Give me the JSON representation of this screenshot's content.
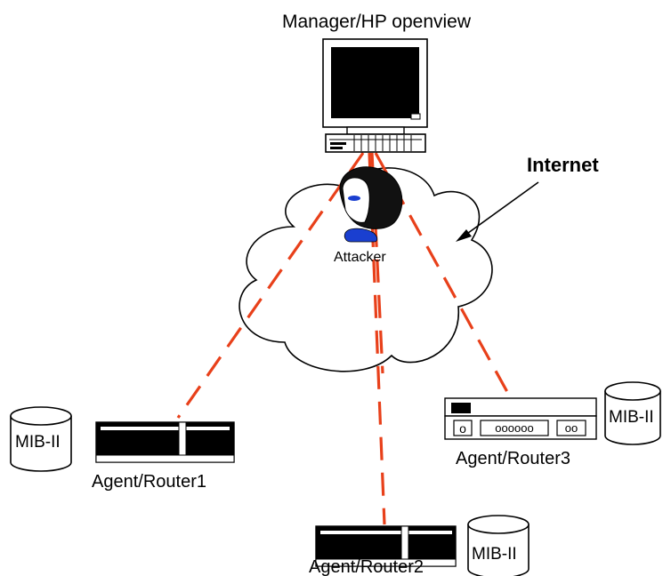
{
  "labels": {
    "manager": "Manager/HP openview",
    "internet": "Internet",
    "attacker": "Attacker",
    "router1": "Agent/Router1",
    "router2": "Agent/Router2",
    "router3": "Agent/Router3",
    "mib1": "MIB-II",
    "mib2": "MIB-II",
    "mib3": "MIB-II",
    "router3_ports": "oooooo",
    "router3_port_a": "o",
    "router3_port_b": "oo"
  },
  "colors": {
    "link": "#e8401a",
    "attacker_face": "#1a3fd0",
    "outline": "#000000"
  },
  "icons": {
    "manager": "desktop-computer-icon",
    "attacker": "attacker-head-icon",
    "router1": "router-icon",
    "router2": "router-icon",
    "router3": "router-icon",
    "mib": "database-cylinder-icon",
    "network": "cloud-icon"
  }
}
